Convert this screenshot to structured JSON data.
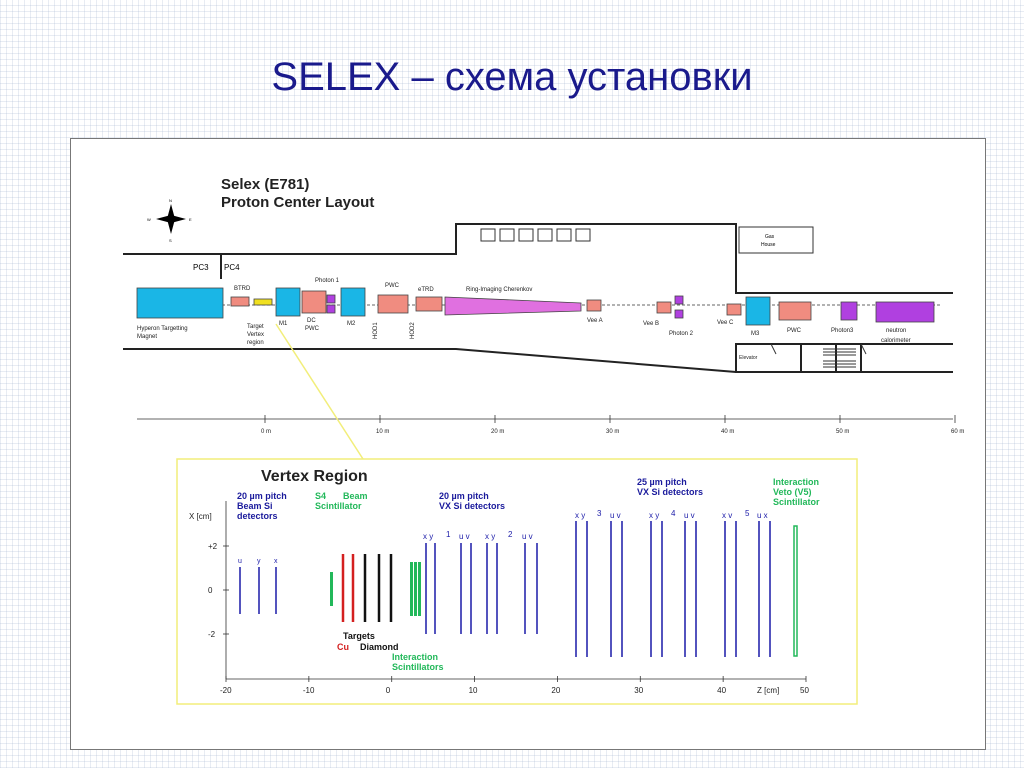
{
  "slide": {
    "title": "SELEX – схема установки"
  },
  "layout": {
    "title_line1": "Selex (E781)",
    "title_line2": "Proton Center Layout",
    "compass": {
      "n": "N",
      "s": "S",
      "e": "E",
      "w": "W"
    },
    "pc3": "PC3",
    "pc4": "PC4",
    "gas_house_1": "Gas",
    "gas_house_2": "House",
    "btrd": "BTRD",
    "photon1": "Photon 1",
    "pwc_top": "PWC",
    "etrd": "eTRD",
    "rich": "Ring-Imaging Cherenkov",
    "hyperon_1": "Hyperon Targetting",
    "hyperon_2": "Magnet",
    "target_1": "Target",
    "target_2": "Vertex",
    "target_3": "region",
    "m1": "M1",
    "dc": "DC",
    "pwc_dc": "PWC",
    "m2": "M2",
    "hod1": "HOD1",
    "hod2": "HOD2",
    "vee_a": "Vee A",
    "vee_b": "Vee B",
    "photon2": "Photon 2",
    "vee_c": "Vee C",
    "m3": "M3",
    "pwc_m3": "PWC",
    "photon3": "Photon3",
    "neutron_1": "neutron",
    "neutron_2": "calorimeter",
    "elevator": "Elevator",
    "scale": [
      "0 m",
      "10 m",
      "20 m",
      "30 m",
      "40 m",
      "50 m",
      "60 m"
    ]
  },
  "vertex": {
    "title": "Vertex Region",
    "beam_si_1": "20 µm pitch",
    "beam_si_2": "Beam Si",
    "beam_si_3": "detectors",
    "s4_1": "S4",
    "s4_2": "Beam",
    "s4_3": "Scintillator",
    "vx1_1": "20 µm pitch",
    "vx1_2": "VX Si detectors",
    "vx2_1": "25 µm pitch",
    "vx2_2": "VX Si detectors",
    "veto_1": "Interaction",
    "veto_2": "Veto (V5)",
    "veto_3": "Scintillator",
    "yaxis_label": "X [cm]",
    "yticks": [
      "+2",
      "0",
      "-2"
    ],
    "xticks": [
      "-20",
      "-10",
      "0",
      "10",
      "20",
      "30",
      "40",
      "50"
    ],
    "xaxis_label": "Z [cm]",
    "targets": "Targets",
    "cu": "Cu",
    "diamond": "Diamond",
    "int_scint_1": "Interaction",
    "int_scint_2": "Scintillators",
    "beam_labels": [
      "u",
      "y",
      "x"
    ],
    "group1_labels": [
      "x y",
      "1",
      "u v",
      "x y",
      "2",
      "u v"
    ],
    "group2_labels": [
      "x y",
      "3",
      "u v",
      "x y",
      "4",
      "u v",
      "x v",
      "5",
      "u x"
    ]
  },
  "colors": {
    "title": "#1a1a8c",
    "cyan": "#1ab6e6",
    "pink": "#f08c80",
    "purple": "#b040e0",
    "magenta": "#e070e0",
    "yellow": "#f0e020",
    "detector_blue": "#1a1aa8",
    "green": "#22b85a",
    "red": "#d42020",
    "label_blue": "#1a1a9c",
    "frame_yellow": "#f2ee7a"
  }
}
